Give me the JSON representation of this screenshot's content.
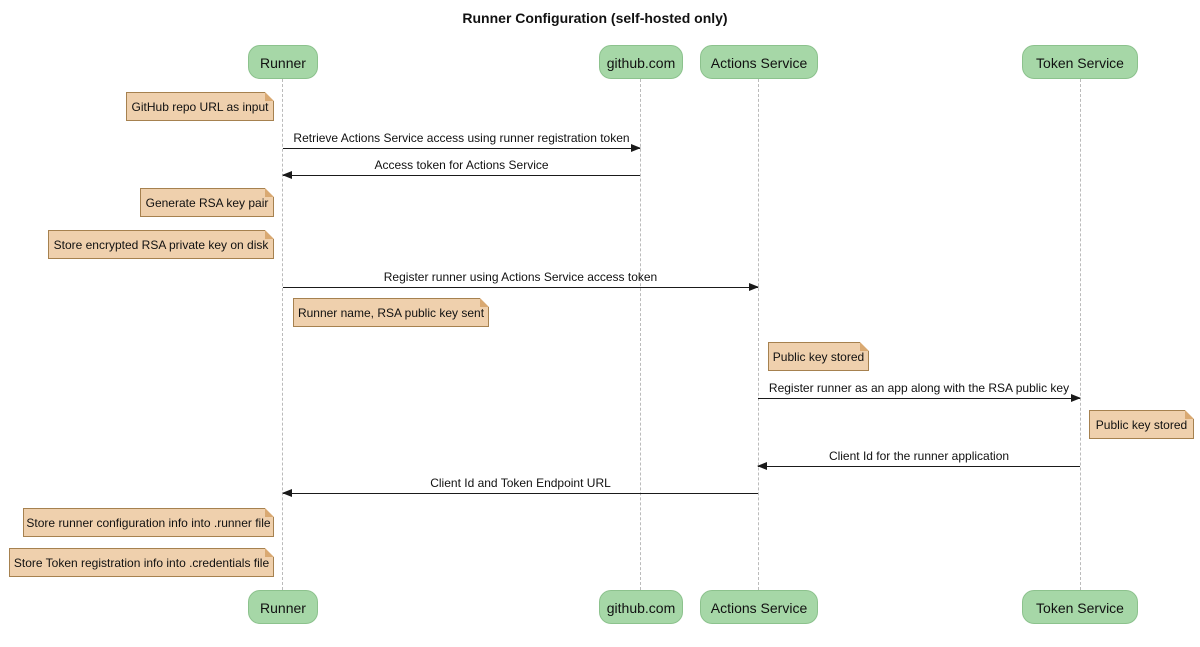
{
  "title": "Runner Configuration (self-hosted only)",
  "participants": [
    {
      "label": "Runner"
    },
    {
      "label": "github.com"
    },
    {
      "label": "Actions Service"
    },
    {
      "label": "Token Service"
    }
  ],
  "notes": [
    {
      "text": "GitHub repo URL as input",
      "anchor": "left of Runner"
    },
    {
      "text": "Generate RSA key pair",
      "anchor": "left of Runner"
    },
    {
      "text": "Store encrypted RSA private key on disk",
      "anchor": "left of Runner"
    },
    {
      "text": "Runner name, RSA public key sent",
      "anchor": "right of Runner"
    },
    {
      "text": "Public key stored",
      "anchor": "right of Actions Service"
    },
    {
      "text": "Public key stored",
      "anchor": "right of Token Service"
    },
    {
      "text": "Store runner configuration info into .runner file",
      "anchor": "left of Runner"
    },
    {
      "text": "Store Token registration info into .credentials file",
      "anchor": "left of Runner"
    }
  ],
  "messages": [
    {
      "text": "Retrieve Actions Service access using runner registration token",
      "from": "Runner",
      "to": "github.com"
    },
    {
      "text": "Access token for Actions Service",
      "from": "github.com",
      "to": "Runner"
    },
    {
      "text": "Register runner using Actions Service access token",
      "from": "Runner",
      "to": "Actions Service"
    },
    {
      "text": "Register runner as an app along with the RSA public key",
      "from": "Actions Service",
      "to": "Token Service"
    },
    {
      "text": "Client Id for the runner application",
      "from": "Token Service",
      "to": "Actions Service"
    },
    {
      "text": "Client Id and Token Endpoint URL",
      "from": "Actions Service",
      "to": "Runner"
    }
  ],
  "colors": {
    "participant_fill": "#a6d7a7",
    "participant_border": "#8cc28d",
    "note_fill": "#efd0ad",
    "note_border": "#a6814f",
    "note_fold": "#d9a972",
    "lifeline": "#bbbbbb",
    "arrow": "#1a1a1a"
  }
}
